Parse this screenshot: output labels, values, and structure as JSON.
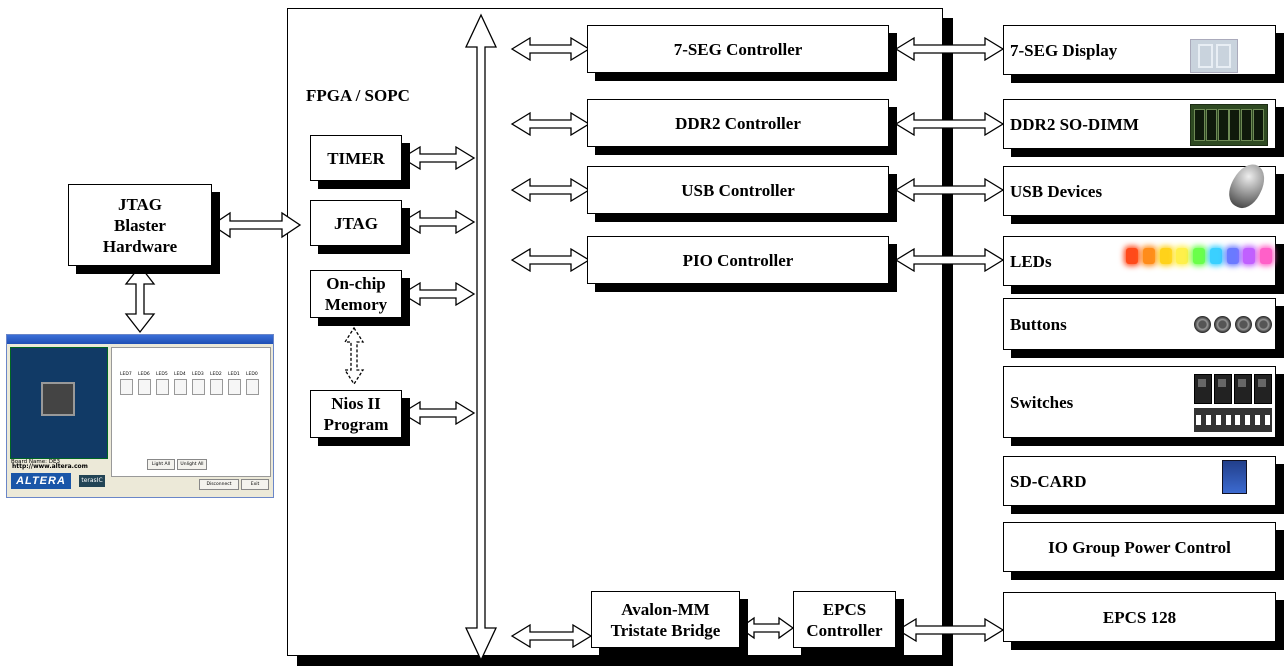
{
  "fpga": {
    "title": "FPGA / SOPC"
  },
  "external": {
    "jtag_blaster": "JTAG\nBlaster\nHardware"
  },
  "internal": {
    "timer": "TIMER",
    "jtag": "JTAG",
    "onchip": "On-chip\nMemory",
    "nios": "Nios II\nProgram"
  },
  "controllers": {
    "seg7": "7-SEG Controller",
    "ddr2": "DDR2 Controller",
    "usb": "USB Controller",
    "pio": "PIO Controller",
    "avalon": "Avalon-MM\nTristate Bridge",
    "epcs": "EPCS\nController"
  },
  "devices": {
    "seg7": "7-SEG Display",
    "ddr2": "DDR2 SO-DIMM",
    "usb": "USB Devices",
    "leds": "LEDs",
    "buttons": "Buttons",
    "switches": "Switches",
    "sdcard": "SD-CARD",
    "io_power": "IO Group Power Control",
    "epcs128": "EPCS 128"
  },
  "screenshot": {
    "board_name": "Board Name: DE3",
    "url": "http://www.altera.com",
    "logo": "ALTERA",
    "brand": "terasIC",
    "led_labels": [
      "LED7",
      "LED6",
      "LED5",
      "LED4",
      "LED3",
      "LED2",
      "LED1",
      "LED0"
    ],
    "btn_light_all": "Light All",
    "btn_unlight_all": "Unlight All",
    "btn_disconnect": "Disconnect",
    "btn_exit": "Exit"
  },
  "colors": {
    "led_colors": [
      "#ff4a1a",
      "#ff8c1a",
      "#ffd21a",
      "#fff04a",
      "#6aff4a",
      "#3ad0ff",
      "#6a7aff",
      "#c060ff",
      "#ff60c8"
    ]
  }
}
